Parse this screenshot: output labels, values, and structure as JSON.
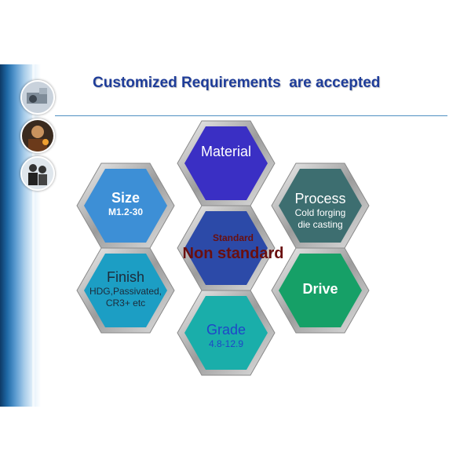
{
  "slide": {
    "title": "Customized Requirements  are accepted",
    "images": [
      {
        "name": "machinery-photo-icon"
      },
      {
        "name": "worker-photo-icon"
      },
      {
        "name": "workers-team-photo-icon"
      }
    ]
  },
  "hexagons": {
    "material": {
      "label": "Material",
      "color": "#3a2fc4"
    },
    "size": {
      "label": "Size",
      "sub": "M1.2-30",
      "color": "#3d8fd6"
    },
    "process": {
      "label": "Process",
      "sub1": "Cold forging",
      "sub2": "die casting",
      "color": "#3d6e70"
    },
    "center": {
      "small": "Standard",
      "big": "Non standard",
      "color": "#2c4aa8",
      "text_color": "#6a0f0f"
    },
    "finish": {
      "label": "Finish",
      "sub1": "HDG,Passivated,",
      "sub2": "CR3+  etc",
      "color": "#1c9ec4"
    },
    "drive": {
      "label": "Drive",
      "color": "#16a067"
    },
    "grade": {
      "label": "Grade",
      "sub": "4.8-12.9",
      "color": "#1aaeaa",
      "text_color": "#1f46c8"
    }
  }
}
